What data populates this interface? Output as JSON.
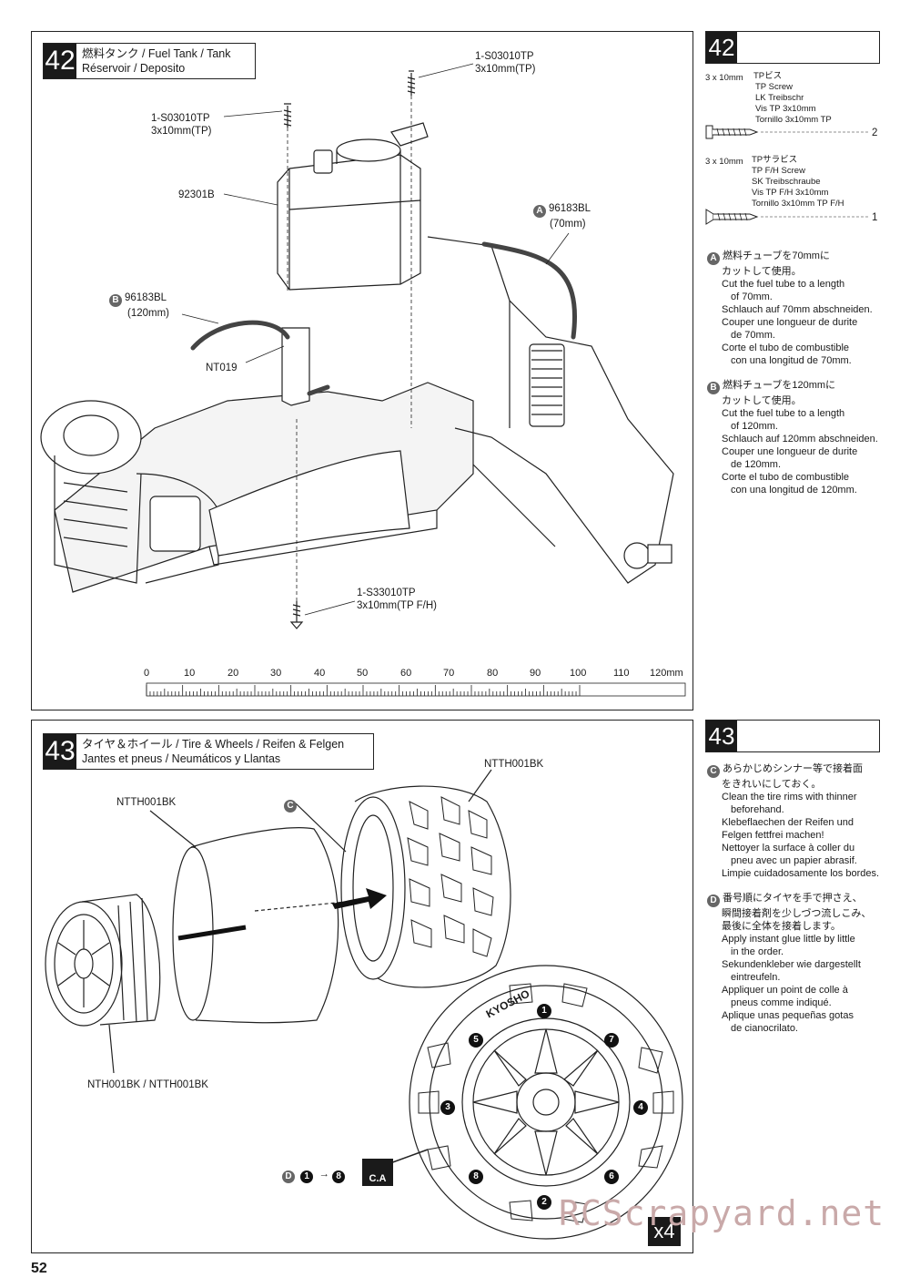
{
  "page_number": "52",
  "watermark": "RCScrapyard.net",
  "step42": {
    "number": "42",
    "title_line1": "燃料タンク / Fuel Tank / Tank",
    "title_line2": "Réservoir / Deposito",
    "labels": {
      "screw_top_right_code": "1-S03010TP",
      "screw_top_right_size": "3x10mm(TP)",
      "screw_left_code": "1-S03010TP",
      "screw_left_size": "3x10mm(TP)",
      "tank_part": "92301B",
      "tube_a_code": "96183BL",
      "tube_a_len": "(70mm)",
      "tube_b_code": "96183BL",
      "tube_b_len": "(120mm)",
      "nt019": "NT019",
      "screw_bottom_code": "1-S33010TP",
      "screw_bottom_size": "3x10mm(TP F/H)"
    },
    "ruler": [
      "0",
      "10",
      "20",
      "30",
      "40",
      "50",
      "60",
      "70",
      "80",
      "90",
      "100",
      "110",
      "120mm"
    ],
    "side": {
      "number": "42",
      "screw1_size": "3 x 10mm",
      "screw1_names": [
        "TPビス",
        "TP Screw",
        "LK Treibschr",
        "Vis TP 3x10mm",
        "Tornillo 3x10mm TP"
      ],
      "screw1_qty": "2",
      "screw2_size": "3 x 10mm",
      "screw2_names": [
        "TPサラビス",
        "TP F/H Screw",
        "SK Treibschraube",
        "Vis TP F/H 3x10mm",
        "Tornillo 3x10mm TP F/H"
      ],
      "screw2_qty": "1",
      "note_a_badge": "A",
      "note_a": [
        "燃料チューブを70mmに",
        "カットして使用。",
        "Cut the fuel tube to a length",
        "of 70mm.",
        "Schlauch auf 70mm abschneiden.",
        "Couper une longueur de durite",
        "de 70mm.",
        "Corte el tubo de combustible",
        "con una longitud de 70mm."
      ],
      "note_b_badge": "B",
      "note_b": [
        "燃料チューブを120mmに",
        "カットして使用。",
        "Cut the fuel tube to a length",
        "of 120mm.",
        "Schlauch auf 120mm abschneiden.",
        "Couper une longueur de durite",
        "de 120mm.",
        "Corte el tubo de combustible",
        "con una longitud de 120mm."
      ]
    }
  },
  "step43": {
    "number": "43",
    "title_line1": "タイヤ＆ホイール / Tire & Wheels / Reifen & Felgen",
    "title_line2": "Jantes et pneus / Neumáticos y Llantas",
    "labels": {
      "insert_part": "NTTH001BK",
      "tire_part": "NTTH001BK",
      "wheel_part": "NTH001BK / NTTH001BK",
      "badge_c": "C",
      "badge_d": "D",
      "order_from": "1",
      "order_to": "8",
      "ca": "C.A",
      "x4": "x4",
      "tire_brand": "KYOSHO"
    },
    "glue_order": [
      "1",
      "2",
      "3",
      "4",
      "5",
      "6",
      "7",
      "8"
    ],
    "side": {
      "number": "43",
      "note_c_badge": "C",
      "note_c": [
        "あらかじめシンナー等で接着面",
        "をきれいにしておく。",
        "Clean the tire rims with thinner",
        "beforehand.",
        "Klebeflaechen der Reifen und",
        "Felgen fettfrei machen!",
        "Nettoyer la surface à coller du",
        "pneu avec un papier abrasif.",
        "Limpie cuidadosamente los bordes."
      ],
      "note_d_badge": "D",
      "note_d": [
        "番号順にタイヤを手で押さえ、",
        "瞬間接着剤を少しづつ流しこみ、",
        "最後に全体を接着します。",
        "Apply instant glue little by little",
        "in the order.",
        "Sekundenkleber wie dargestellt",
        "eintreufeln.",
        "Appliquer un point de colle à",
        "pneus comme indiqué.",
        "Aplique unas pequeñas gotas",
        "de cianocrilato."
      ]
    }
  }
}
